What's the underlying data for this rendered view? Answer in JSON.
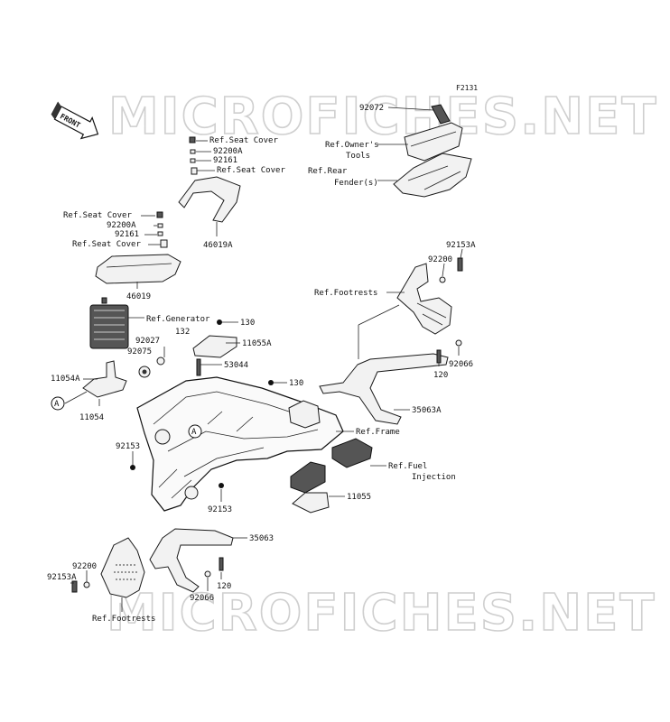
{
  "figure_id": "F2131",
  "watermark": "MICROFICHES.NET",
  "front_label": "FRONT",
  "callout_letter": "A",
  "labels": {
    "l92072": "92072",
    "ref_owners_tools_1": "Ref.Owner's",
    "ref_owners_tools_2": "Tools",
    "ref_rear_fender_1": "Ref.Rear",
    "ref_rear_fender_2": "Fender(s)",
    "ref_seat_cover_a": "Ref.Seat Cover",
    "l92200a_top": "92200A",
    "l92161_top": "92161",
    "ref_seat_cover_b": "Ref.Seat Cover",
    "l46019a": "46019A",
    "ref_seat_cover_c": "Ref.Seat Cover",
    "l92200a_left": "92200A",
    "l92161_left": "92161",
    "ref_seat_cover_d": "Ref.Seat Cover",
    "l46019": "46019",
    "l92153a_top": "92153A",
    "l92200_top": "92200",
    "ref_footrests_top": "Ref.Footrests",
    "ref_generator": "Ref.Generator",
    "l130_top": "130",
    "l132": "132",
    "l92027": "92027",
    "l92075": "92075",
    "l11055a": "11055A",
    "l53044": "53044",
    "l11054a": "11054A",
    "l11054": "11054",
    "l130_mid": "130",
    "l120_top": "120",
    "l92066_top": "92066",
    "l35063a": "35063A",
    "ref_frame": "Ref.Frame",
    "l92153_left": "92153",
    "ref_fuel_1": "Ref.Fuel",
    "ref_fuel_2": "Injection",
    "l92153_mid": "92153",
    "l11055": "11055",
    "l35063": "35063",
    "l92200_bottom": "92200",
    "l92153a_bottom": "92153A",
    "l120_bottom": "120",
    "l92066_bottom": "92066",
    "ref_footrests_bottom": "Ref.Footrests"
  }
}
